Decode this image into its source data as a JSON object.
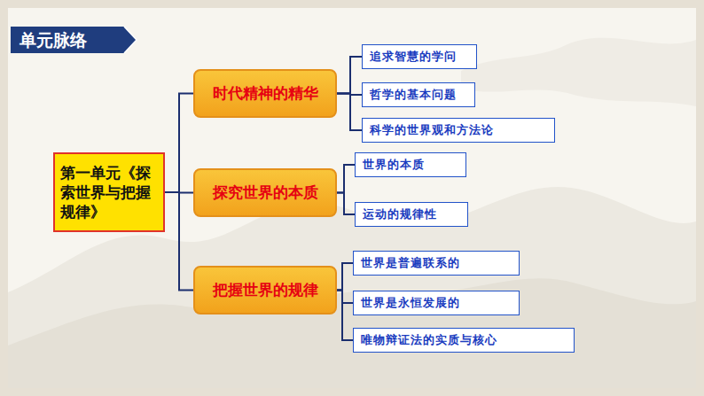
{
  "diagram": {
    "title": "单元脉络",
    "nodes": [
      {
        "text": [
          "第一单元《探索世界与把握规律》"
        ]
      },
      {
        "text": [
          "时代精神的精华"
        ]
      },
      {
        "text": [
          "追求智慧的学问"
        ]
      },
      {
        "text": [
          "哲学的基本问题"
        ]
      },
      {
        "text": [
          "科学的世界观和方法论"
        ]
      },
      {
        "text": [
          "探究世界的本质"
        ]
      },
      {
        "text": [
          "世界的本质"
        ]
      },
      {
        "text": [
          "运动的规律性"
        ]
      },
      {
        "text": [
          "把握世界的规律"
        ]
      },
      {
        "text": [
          "世界是普遍联系的"
        ]
      },
      {
        "text": [
          "世界是永恒发展的"
        ]
      },
      {
        "text": [
          "唯物辩证法的实质与核心"
        ]
      }
    ],
    "edges": [
      {
        "from": 0,
        "to": 1,
        "arrow": "none"
      },
      {
        "from": 0,
        "to": 5,
        "arrow": "none"
      },
      {
        "from": 0,
        "to": 8,
        "arrow": "none"
      },
      {
        "from": 1,
        "to": 2,
        "arrow": "none"
      },
      {
        "from": 1,
        "to": 3,
        "arrow": "none"
      },
      {
        "from": 1,
        "to": 4,
        "arrow": "none"
      },
      {
        "from": 5,
        "to": 6,
        "arrow": "none"
      },
      {
        "from": 5,
        "to": 7,
        "arrow": "none"
      },
      {
        "from": 8,
        "to": 9,
        "arrow": "none"
      },
      {
        "from": 8,
        "to": 10,
        "arrow": "none"
      },
      {
        "from": 8,
        "to": 11,
        "arrow": "none"
      }
    ]
  }
}
